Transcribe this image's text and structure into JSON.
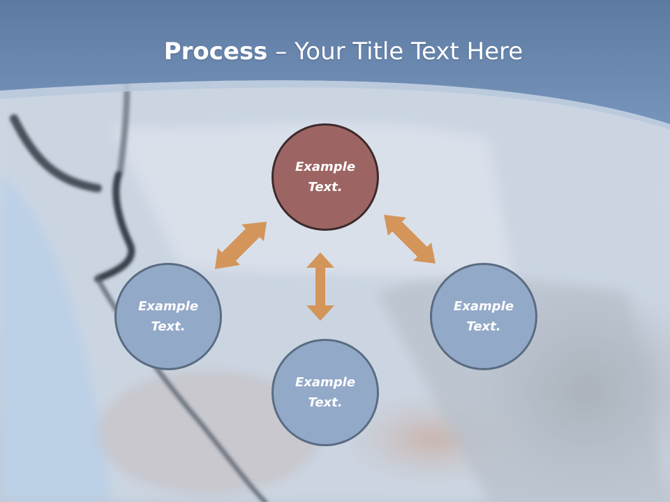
{
  "title": {
    "bold": "Process",
    "rest": " – Your Title Text Here"
  },
  "nodes": [
    {
      "id": "top",
      "text": "Example Text."
    },
    {
      "id": "left",
      "text": "Example Text."
    },
    {
      "id": "bottom",
      "text": "Example Text."
    },
    {
      "id": "right",
      "text": "Example Text."
    }
  ],
  "colors": {
    "top_node_fill": "#9c6563",
    "top_node_border": "#3d2a2c",
    "node_fill": "#93a9c8",
    "node_border": "#5a6c82",
    "arrow": "#d3955a",
    "banner": "#6f8fb6"
  }
}
